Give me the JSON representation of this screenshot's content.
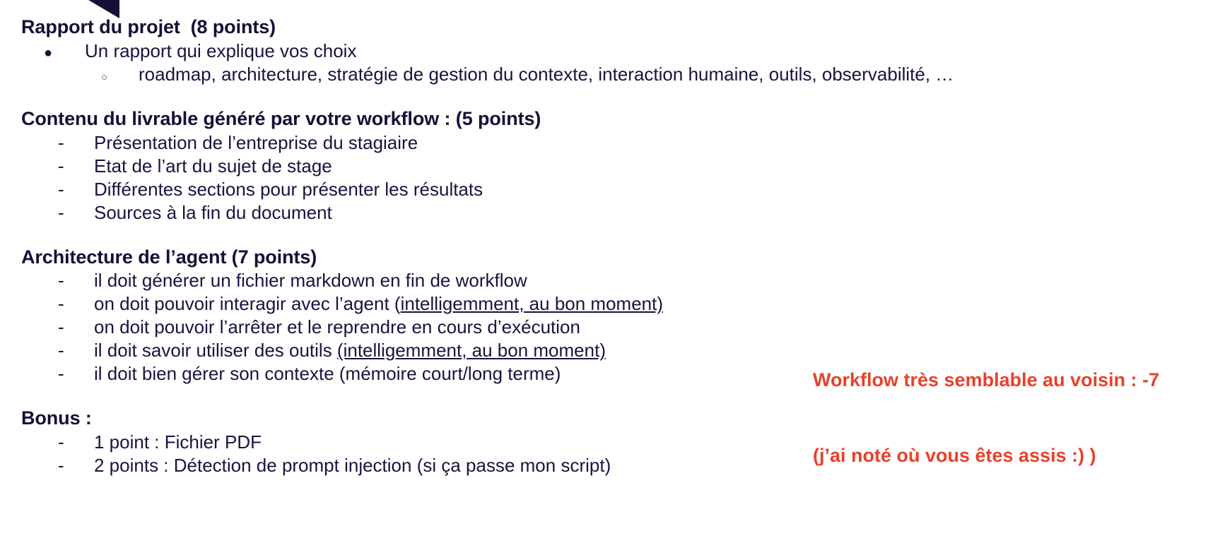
{
  "slide": {
    "decoration": {
      "corner_triangle_icon": "triangle-corner-icon"
    },
    "colors": {
      "text_navy": "#151036",
      "body_navy": "#1a1340",
      "annotation_red": "#e8412a",
      "background": "#ffffff"
    },
    "sections": [
      {
        "id": "rapport",
        "heading": "Rapport du projet  (8 points)",
        "items": [
          {
            "level": "level1",
            "marker": "●",
            "text": "Un rapport qui explique vos choix"
          },
          {
            "level": "level2",
            "marker": "○",
            "text": "roadmap, architecture, stratégie de gestion du contexte, interaction humaine, outils, observabilité, …"
          }
        ]
      },
      {
        "id": "contenu",
        "heading": "Contenu du livrable généré par votre workflow : (5 points)",
        "items": [
          {
            "level": "dash",
            "marker": "-",
            "text": "Présentation de l’entreprise du stagiaire"
          },
          {
            "level": "dash",
            "marker": "-",
            "text": "Etat de l’art du sujet de stage"
          },
          {
            "level": "dash",
            "marker": "-",
            "text": "Différentes sections pour présenter les résultats"
          },
          {
            "level": "dash",
            "marker": "-",
            "text": "Sources à la fin du document"
          }
        ]
      },
      {
        "id": "architecture",
        "heading": "Architecture de l’agent (7 points)",
        "items": [
          {
            "level": "dash",
            "marker": "-",
            "text": "il doit générer un fichier markdown en fin de workflow"
          },
          {
            "level": "dash",
            "marker": "-",
            "text": "on doit pouvoir interagir avec l’agent (",
            "underlined": "intelligemment, au bon moment)",
            "text_after": ""
          },
          {
            "level": "dash",
            "marker": "-",
            "text": "on doit pouvoir l’arrêter et le reprendre en cours d’exécution"
          },
          {
            "level": "dash",
            "marker": "-",
            "text": "il doit savoir utiliser des outils ",
            "underlined": "(intelligemment, au bon moment)",
            "text_after": ""
          },
          {
            "level": "dash",
            "marker": "-",
            "text": "il doit bien gérer son contexte (mémoire court/long terme)"
          }
        ]
      },
      {
        "id": "bonus",
        "heading": "Bonus :",
        "items": [
          {
            "level": "dash",
            "marker": "-",
            "text": "1 point : Fichier PDF"
          },
          {
            "level": "dash",
            "marker": "-",
            "text": "2 points : Détection de prompt injection (si ça passe mon script)"
          }
        ]
      }
    ],
    "annotation": {
      "line1": "Workflow très semblable au voisin : -7",
      "line2": "(j’ai noté où vous êtes assis :) )"
    }
  }
}
